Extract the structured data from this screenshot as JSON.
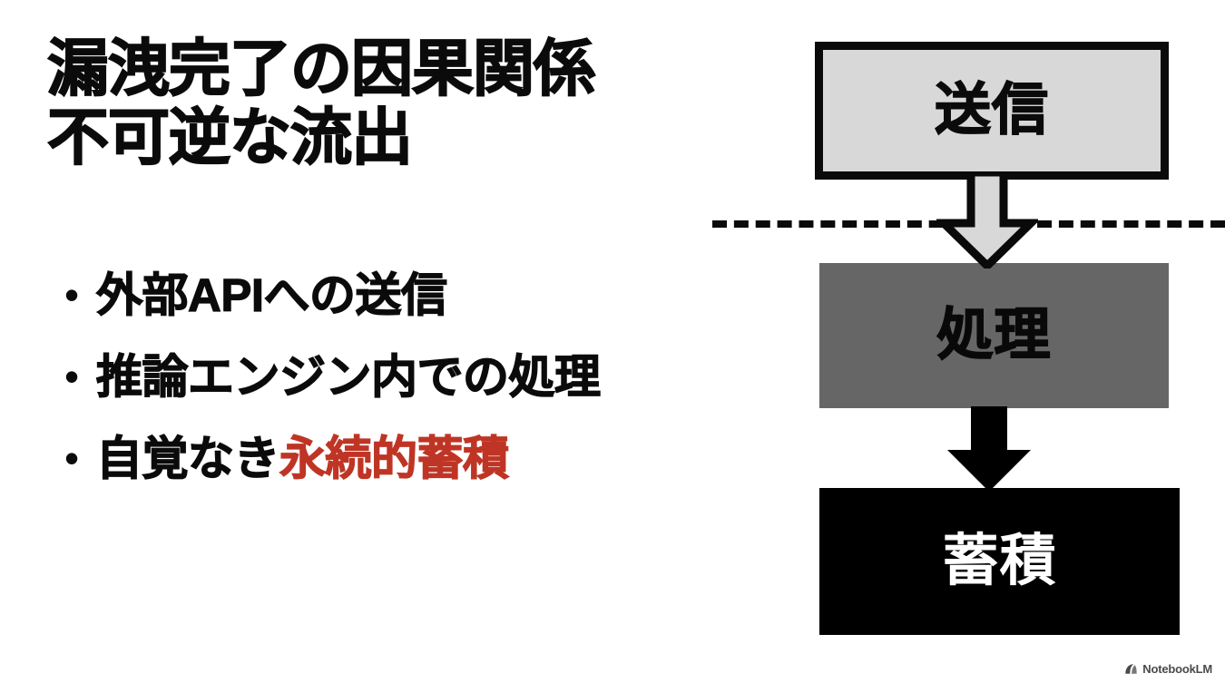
{
  "slide": {
    "background_color": "#ffffff",
    "title_lines": [
      "漏洩完了の因果関係",
      "不可逆な流出"
    ],
    "bullets": [
      {
        "marker": "•",
        "text": "外部APIへの送信",
        "accent_text": "",
        "accent_color": ""
      },
      {
        "marker": "•",
        "text": "推論エンジン内での処理",
        "accent_text": "",
        "accent_color": ""
      },
      {
        "marker": "•",
        "text": "自覚なき",
        "accent_text": "永続的蓄積",
        "accent_color": "#bf3525"
      }
    ]
  },
  "flow": {
    "nodes": [
      {
        "id": "send",
        "label": "送信",
        "fill": "#d8d8d8",
        "text_color": "#0b0b0b",
        "border_color": "#0a0a0a"
      },
      {
        "id": "process",
        "label": "処理",
        "fill": "#666666",
        "text_color": "#090909",
        "border_color": "none"
      },
      {
        "id": "store",
        "label": "蓄積",
        "fill": "#000000",
        "text_color": "#ffffff",
        "border_color": "none"
      }
    ],
    "connectors": [
      {
        "id": "send-to-process",
        "style": "outlined-block-arrow",
        "fill": "#d8d8d8",
        "stroke": "#0a0a0a",
        "direction": "down"
      },
      {
        "id": "process-to-store",
        "style": "solid-block-arrow",
        "fill": "#000000",
        "stroke": "#000000",
        "direction": "down"
      }
    ],
    "boundary": {
      "id": "trust-boundary",
      "style": "dashed",
      "color": "#0a0a0a"
    }
  },
  "watermark": {
    "label": "NotebookLM",
    "icon": "notebooklm-logo-icon",
    "color": "#4a4a4a"
  }
}
